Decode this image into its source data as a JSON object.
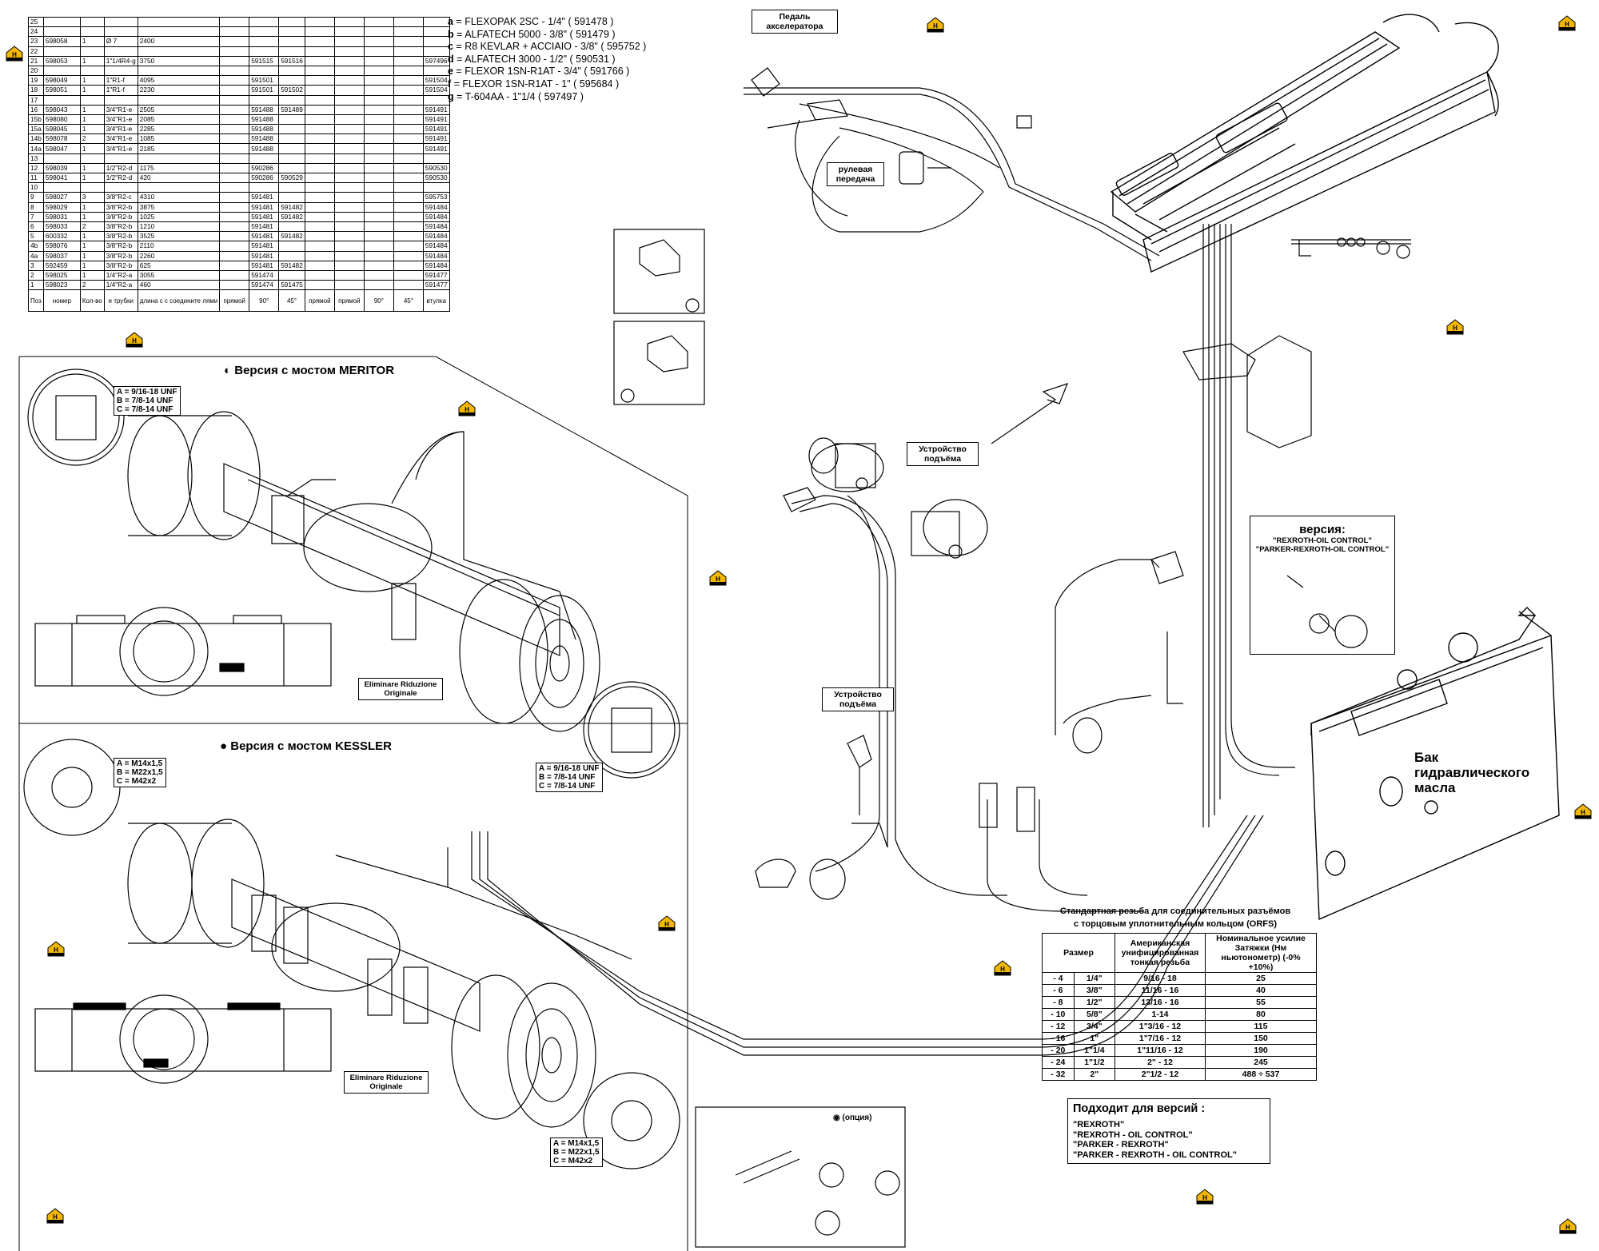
{
  "parts_table": {
    "rows": [
      [
        "25",
        "",
        "",
        "",
        "",
        "",
        "",
        "",
        "",
        "",
        "",
        "",
        ""
      ],
      [
        "24",
        "",
        "",
        "",
        "",
        "",
        "",
        "",
        "",
        "",
        "",
        "",
        ""
      ],
      [
        "23",
        "598058",
        "1",
        "Ø 7",
        "2400",
        "",
        "",
        "",
        "",
        "",
        "",
        "",
        ""
      ],
      [
        "22",
        "",
        "",
        "",
        "",
        "",
        "",
        "",
        "",
        "",
        "",
        "",
        ""
      ],
      [
        "21",
        "598053",
        "1",
        "1\"1/4R4-g",
        "3750",
        "",
        "591515",
        "591516",
        "",
        "",
        "",
        "",
        "597496"
      ],
      [
        "20",
        "",
        "",
        "",
        "",
        "",
        "",
        "",
        "",
        "",
        "",
        "",
        ""
      ],
      [
        "19",
        "598049",
        "1",
        "1\"R1-f",
        "4095",
        "",
        "591501",
        "",
        "",
        "",
        "",
        "",
        "591504"
      ],
      [
        "18",
        "598051",
        "1",
        "1\"R1-f",
        "2230",
        "",
        "591501",
        "591502",
        "",
        "",
        "",
        "",
        "591504"
      ],
      [
        "17",
        "",
        "",
        "",
        "",
        "",
        "",
        "",
        "",
        "",
        "",
        "",
        ""
      ],
      [
        "16",
        "598043",
        "1",
        "3/4\"R1-e",
        "2505",
        "",
        "591488",
        "591489",
        "",
        "",
        "",
        "",
        "591491"
      ],
      [
        "15b",
        "598080",
        "1",
        "3/4\"R1-e",
        "2085",
        "",
        "591488",
        "",
        "",
        "",
        "",
        "",
        "591491"
      ],
      [
        "15a",
        "598045",
        "1",
        "3/4\"R1-e",
        "2285",
        "",
        "591488",
        "",
        "",
        "",
        "",
        "",
        "591491"
      ],
      [
        "14b",
        "598078",
        "2",
        "3/4\"R1-e",
        "1085",
        "",
        "591488",
        "",
        "",
        "",
        "",
        "",
        "591491"
      ],
      [
        "14a",
        "598047",
        "1",
        "3/4\"R1-e",
        "2185",
        "",
        "591488",
        "",
        "",
        "",
        "",
        "",
        "591491"
      ],
      [
        "13",
        "",
        "",
        "",
        "",
        "",
        "",
        "",
        "",
        "",
        "",
        "",
        ""
      ],
      [
        "12",
        "598039",
        "1",
        "1/2\"R2-d",
        "1175",
        "",
        "590286",
        "",
        "",
        "",
        "",
        "",
        "590530"
      ],
      [
        "11",
        "598041",
        "1",
        "1/2\"R2-d",
        "420",
        "",
        "590286",
        "590529",
        "",
        "",
        "",
        "",
        "590530"
      ],
      [
        "10",
        "",
        "",
        "",
        "",
        "",
        "",
        "",
        "",
        "",
        "",
        "",
        ""
      ],
      [
        "9",
        "598027",
        "3",
        "3/8\"R2-c",
        "4310",
        "",
        "591481",
        "",
        "",
        "",
        "",
        "",
        "595753"
      ],
      [
        "8",
        "598029",
        "1",
        "3/8\"R2-b",
        "3875",
        "",
        "591481",
        "591482",
        "",
        "",
        "",
        "",
        "591484"
      ],
      [
        "7",
        "598031",
        "1",
        "3/8\"R2-b",
        "1025",
        "",
        "591481",
        "591482",
        "",
        "",
        "",
        "",
        "591484"
      ],
      [
        "6",
        "598033",
        "2",
        "3/8\"R2-b",
        "1210",
        "",
        "591481",
        "",
        "",
        "",
        "",
        "",
        "591484"
      ],
      [
        "5",
        "600332",
        "1",
        "3/8\"R2-b",
        "3525",
        "",
        "591481",
        "591482",
        "",
        "",
        "",
        "",
        "591484"
      ],
      [
        "4b",
        "598076",
        "1",
        "3/8\"R2-b",
        "2110",
        "",
        "591481",
        "",
        "",
        "",
        "",
        "",
        "591484"
      ],
      [
        "4a",
        "598037",
        "1",
        "3/8\"R2-b",
        "2260",
        "",
        "591481",
        "",
        "",
        "",
        "",
        "",
        "591484"
      ],
      [
        "3",
        "592459",
        "1",
        "3/8\"R2-b",
        "625",
        "",
        "591481",
        "591482",
        "",
        "",
        "",
        "",
        "591484"
      ],
      [
        "2",
        "598025",
        "1",
        "1/4\"R2-a",
        "3055",
        "",
        "591474",
        "",
        "",
        "",
        "",
        "",
        "591477"
      ],
      [
        "1",
        "598023",
        "2",
        "1/4\"R2-a",
        "460",
        "",
        "591474",
        "591475",
        "",
        "",
        "",
        "",
        "591477"
      ]
    ],
    "header": [
      "Поз",
      "номер",
      "Кол-во",
      "е трубки",
      "длина с с соедините лями",
      "прямой",
      "90°",
      "45°",
      "прямой",
      "прямой",
      "90°",
      "45°",
      "втулка"
    ]
  },
  "legend": [
    {
      "k": "a",
      "v": " = FLEXOPAK 2SC - 1/4\" ( 591478 )"
    },
    {
      "k": "b",
      "v": " = ALFATECH 5000 - 3/8\" ( 591479 )"
    },
    {
      "k": "c",
      "v": " = R8 KEVLAR + ACCIAIO - 3/8\" ( 595752 )"
    },
    {
      "k": "d",
      "v": " = ALFATECH 3000 - 1/2\" ( 590531 )"
    },
    {
      "k": "e",
      "v": " = FLEXOR 1SN-R1AT - 3/4\" ( 591766 )"
    },
    {
      "k": "f",
      "v": " = FLEXOR 1SN-R1AT - 1\" ( 595684 )"
    },
    {
      "k": "g",
      "v": " = T-604AA - 1\"1/4 ( 597497 )"
    }
  ],
  "labels": {
    "pedal": "Педаль акселератора",
    "steering": "рулевая передача",
    "lift1": "Устройство подъёма",
    "lift2": "Устройство подъёма",
    "meritor": "Версия с мостом MERITOR",
    "kessler": "Версия с мостом KESSLER",
    "eliminare1": "Eliminare Riduzione Originale",
    "eliminare2": "Eliminare Riduzione Originale",
    "option": "(опция)",
    "tank": "Бак гидравлического масла",
    "version_title": "версия:",
    "version_lines": [
      "\"REXROTH-OIL CONTROL\"",
      "\"PARKER-REXROTH-OIL CONTROL\""
    ]
  },
  "threads": {
    "meritor_top": "A = 9/16-18 UNF\nB = 7/8-14 UNF\nC = 7/8-14 UNF",
    "meritor_bot": "A = 9/16-18 UNF\nB = 7/8-14 UNF\nC = 7/8-14 UNF",
    "kessler_top": "A = M14x1,5\nB = M22x1,5\nC = M42x2",
    "kessler_bot": "A = M14x1,5\nB = M22x1,5\nC = M42x2"
  },
  "orfs": {
    "title1": "Стандартная резьба для соединительных разъёмов",
    "title2": "с торцовым уплотнительным кольцом (ORFS)",
    "headers": [
      "Размер",
      "Американская унифицированная тонкая резьба",
      "Номинальное усилие Затяжки (Нм ньютонометр) (-0% +10%)"
    ],
    "rows": [
      [
        "- 4",
        "1/4\"",
        "9/16 - 18",
        "25"
      ],
      [
        "- 6",
        "3/8\"",
        "11/16 - 16",
        "40"
      ],
      [
        "- 8",
        "1/2\"",
        "13/16 - 16",
        "55"
      ],
      [
        "- 10",
        "5/8\"",
        "1-14",
        "80"
      ],
      [
        "- 12",
        "3/4\"",
        "1\"3/16 - 12",
        "115"
      ],
      [
        "- 16",
        "1\"",
        "1\"7/16 - 12",
        "150"
      ],
      [
        "- 20",
        "1\"1/4",
        "1\"11/16 - 12",
        "190"
      ],
      [
        "- 24",
        "1\"1/2",
        "2\" - 12",
        "245"
      ],
      [
        "- 32",
        "2\"",
        "2\"1/2 - 12",
        "488 ÷ 537"
      ]
    ]
  },
  "suitable": {
    "title": "Подходит для версий :",
    "items": [
      "\"REXROTH\"",
      "\"REXROTH - OIL CONTROL\"",
      "\"PARKER - REXROTH\"",
      "\"PARKER - REXROTH - OIL CONTROL\""
    ]
  },
  "logo_text": "H"
}
